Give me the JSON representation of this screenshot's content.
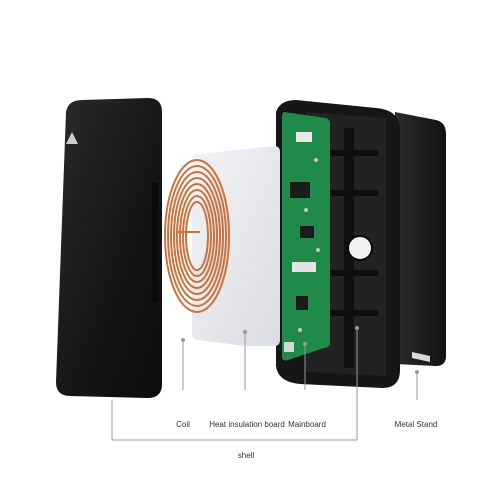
{
  "labels": {
    "coil": "Coil",
    "heat_board": "Heat insulation board",
    "mainboard": "Mainboard",
    "metal_stand": "Metal Stand",
    "shell": "shell"
  },
  "colors": {
    "shell": "#1c1c1c",
    "coil": "#c9733f",
    "board": "#e6e8ec",
    "pcb": "#1f8a4a",
    "frame": "#161616",
    "leader": "#9a9a9a"
  }
}
